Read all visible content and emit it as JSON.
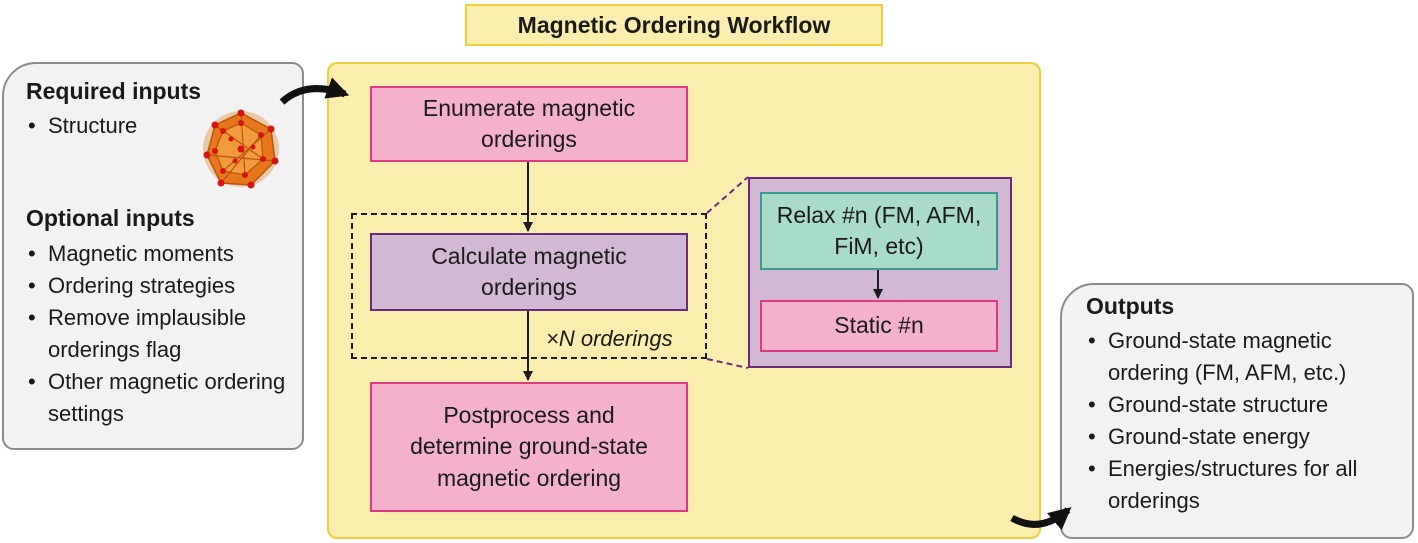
{
  "title": "Magnetic Ordering Workflow",
  "inputs": {
    "required_heading": "Required inputs",
    "required_items": [
      "Structure"
    ],
    "optional_heading": "Optional inputs",
    "optional_items": [
      "Magnetic moments",
      "Ordering strategies",
      "Remove implausible orderings flag",
      "Other magnetic ordering settings"
    ]
  },
  "workflow": {
    "enumerate": "Enumerate magnetic orderings",
    "calculate": "Calculate magnetic orderings",
    "n_orderings": "×N orderings",
    "relax": "Relax #n (FM, AFM, FiM, etc)",
    "static": "Static #n",
    "postprocess": "Postprocess and determine ground-state magnetic ordering"
  },
  "outputs": {
    "heading": "Outputs",
    "items": [
      "Ground-state magnetic ordering (FM, AFM, etc.)",
      "Ground-state structure",
      "Ground-state energy",
      "Energies/structures for all orderings"
    ]
  },
  "colors": {
    "workflow_fill": "#faeeae",
    "workflow_border": "#f0cf3a",
    "pink_fill": "#f4b1cd",
    "pink_border": "#e0397f",
    "purple_fill": "#d3b8d6",
    "purple_border": "#6c2b78",
    "teal_fill": "#a9dcc8",
    "teal_border": "#3a9c93"
  }
}
